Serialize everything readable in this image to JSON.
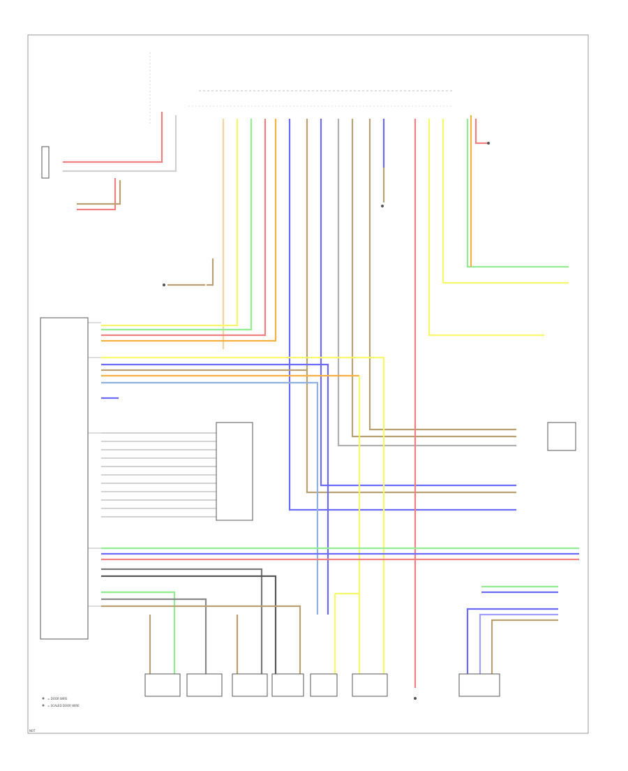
{
  "diagram": {
    "legend": {
      "item1": "= DOOR WIRE",
      "item2": "= SCALED DOOR WIRE"
    },
    "footer": "NOT"
  },
  "colors": {
    "red": "#f08080",
    "orange": "#f5b041",
    "yellow": "#f7f76a",
    "green": "#90ee90",
    "blue": "#6a6aff",
    "brown": "#b8a070",
    "gray": "#9a9a9a",
    "black": "#444444",
    "tan": "#d9c7a0"
  }
}
